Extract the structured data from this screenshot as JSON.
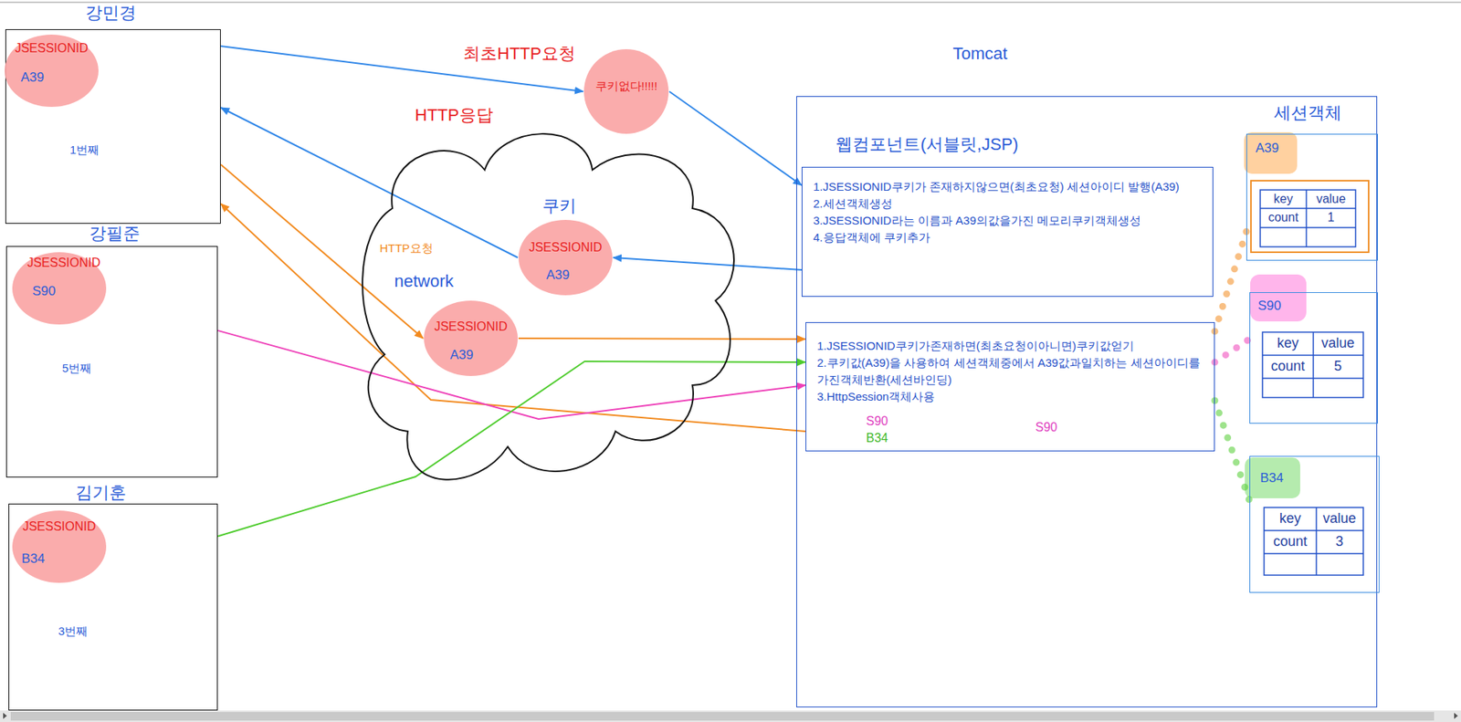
{
  "diagram": {
    "nodes": [
      {
        "text": [
          "강민경",
          "1번째"
        ]
      },
      {
        "text": [
          "JSESSIONID",
          "A39"
        ],
        "in": 0
      },
      {
        "text": [
          "강필준",
          "5번째"
        ]
      },
      {
        "text": [
          "JSESSIONID",
          "S90"
        ],
        "in": 2
      },
      {
        "text": [
          "김기훈",
          "3번째"
        ]
      },
      {
        "text": [
          "JSESSIONID",
          "B34"
        ],
        "in": 4
      },
      {
        "text": [
          "network"
        ]
      },
      {
        "text": [
          "JSESSIONID",
          "A39"
        ],
        "in": 6
      },
      {
        "text": [
          "JSESSIONID",
          "A39"
        ],
        "in": 6
      },
      {
        "text": [
          "쿠키없다!!!!!"
        ]
      },
      {
        "text": [
          "Tomcat"
        ]
      },
      {
        "text": [
          "1.JSESSIONID쿠키가 존재하지않으면(최초요청) 세션아이디 발행(A39)",
          "2.세션객체생성",
          "3.JSESSIONID라는 이름과 A39의값을가진 메모리쿠키객체생성",
          "4.응답객체에 쿠키추가"
        ],
        "in": 10
      },
      {
        "text": [
          "1.JSESSIONID쿠키가존재하면(최초요청이아니면)쿠키값얻기",
          "2.쿠키값(A39)을 사용하여 세션객체중에서 A39값과일치하는 세션아이디를 가진객체반환(세션바인딩)",
          "3.HttpSession객체사용"
        ],
        "in": 10
      },
      {
        "text": [
          "A39"
        ],
        "in": 10
      },
      {
        "text": [
          "S90"
        ],
        "in": 10
      },
      {
        "text": [
          "B34"
        ],
        "in": 10
      }
    ],
    "edges": [
      {
        "from": 0,
        "to": 9,
        "arrow": "to"
      },
      {
        "from": 9,
        "to": 11,
        "arrow": "to"
      },
      {
        "from": 11,
        "to": 7,
        "arrow": "to"
      },
      {
        "from": 7,
        "to": 0,
        "arrow": "to"
      },
      {
        "from": 0,
        "to": 8,
        "arrow": "to"
      },
      {
        "from": 8,
        "to": 12,
        "arrow": "to"
      },
      {
        "from": 12,
        "to": 0,
        "arrow": "to"
      },
      {
        "from": 2,
        "to": 12,
        "arrow": "to"
      },
      {
        "from": 4,
        "to": 12,
        "arrow": "to"
      },
      {
        "from": 12,
        "to": 13,
        "arrow": "none"
      },
      {
        "from": 12,
        "to": 14,
        "arrow": "none"
      },
      {
        "from": 12,
        "to": 15,
        "arrow": "none"
      }
    ],
    "labels": [
      "최초HTTP요청",
      "HTTP응답",
      "HTTP요청",
      "쿠키",
      "웹컴포넌트(서블릿,JSP)",
      "세션객체",
      "key",
      "value",
      "count",
      "1",
      "key",
      "value",
      "count",
      "5",
      "key",
      "value",
      "count",
      "3",
      "S90",
      "B34",
      "S90"
    ]
  }
}
